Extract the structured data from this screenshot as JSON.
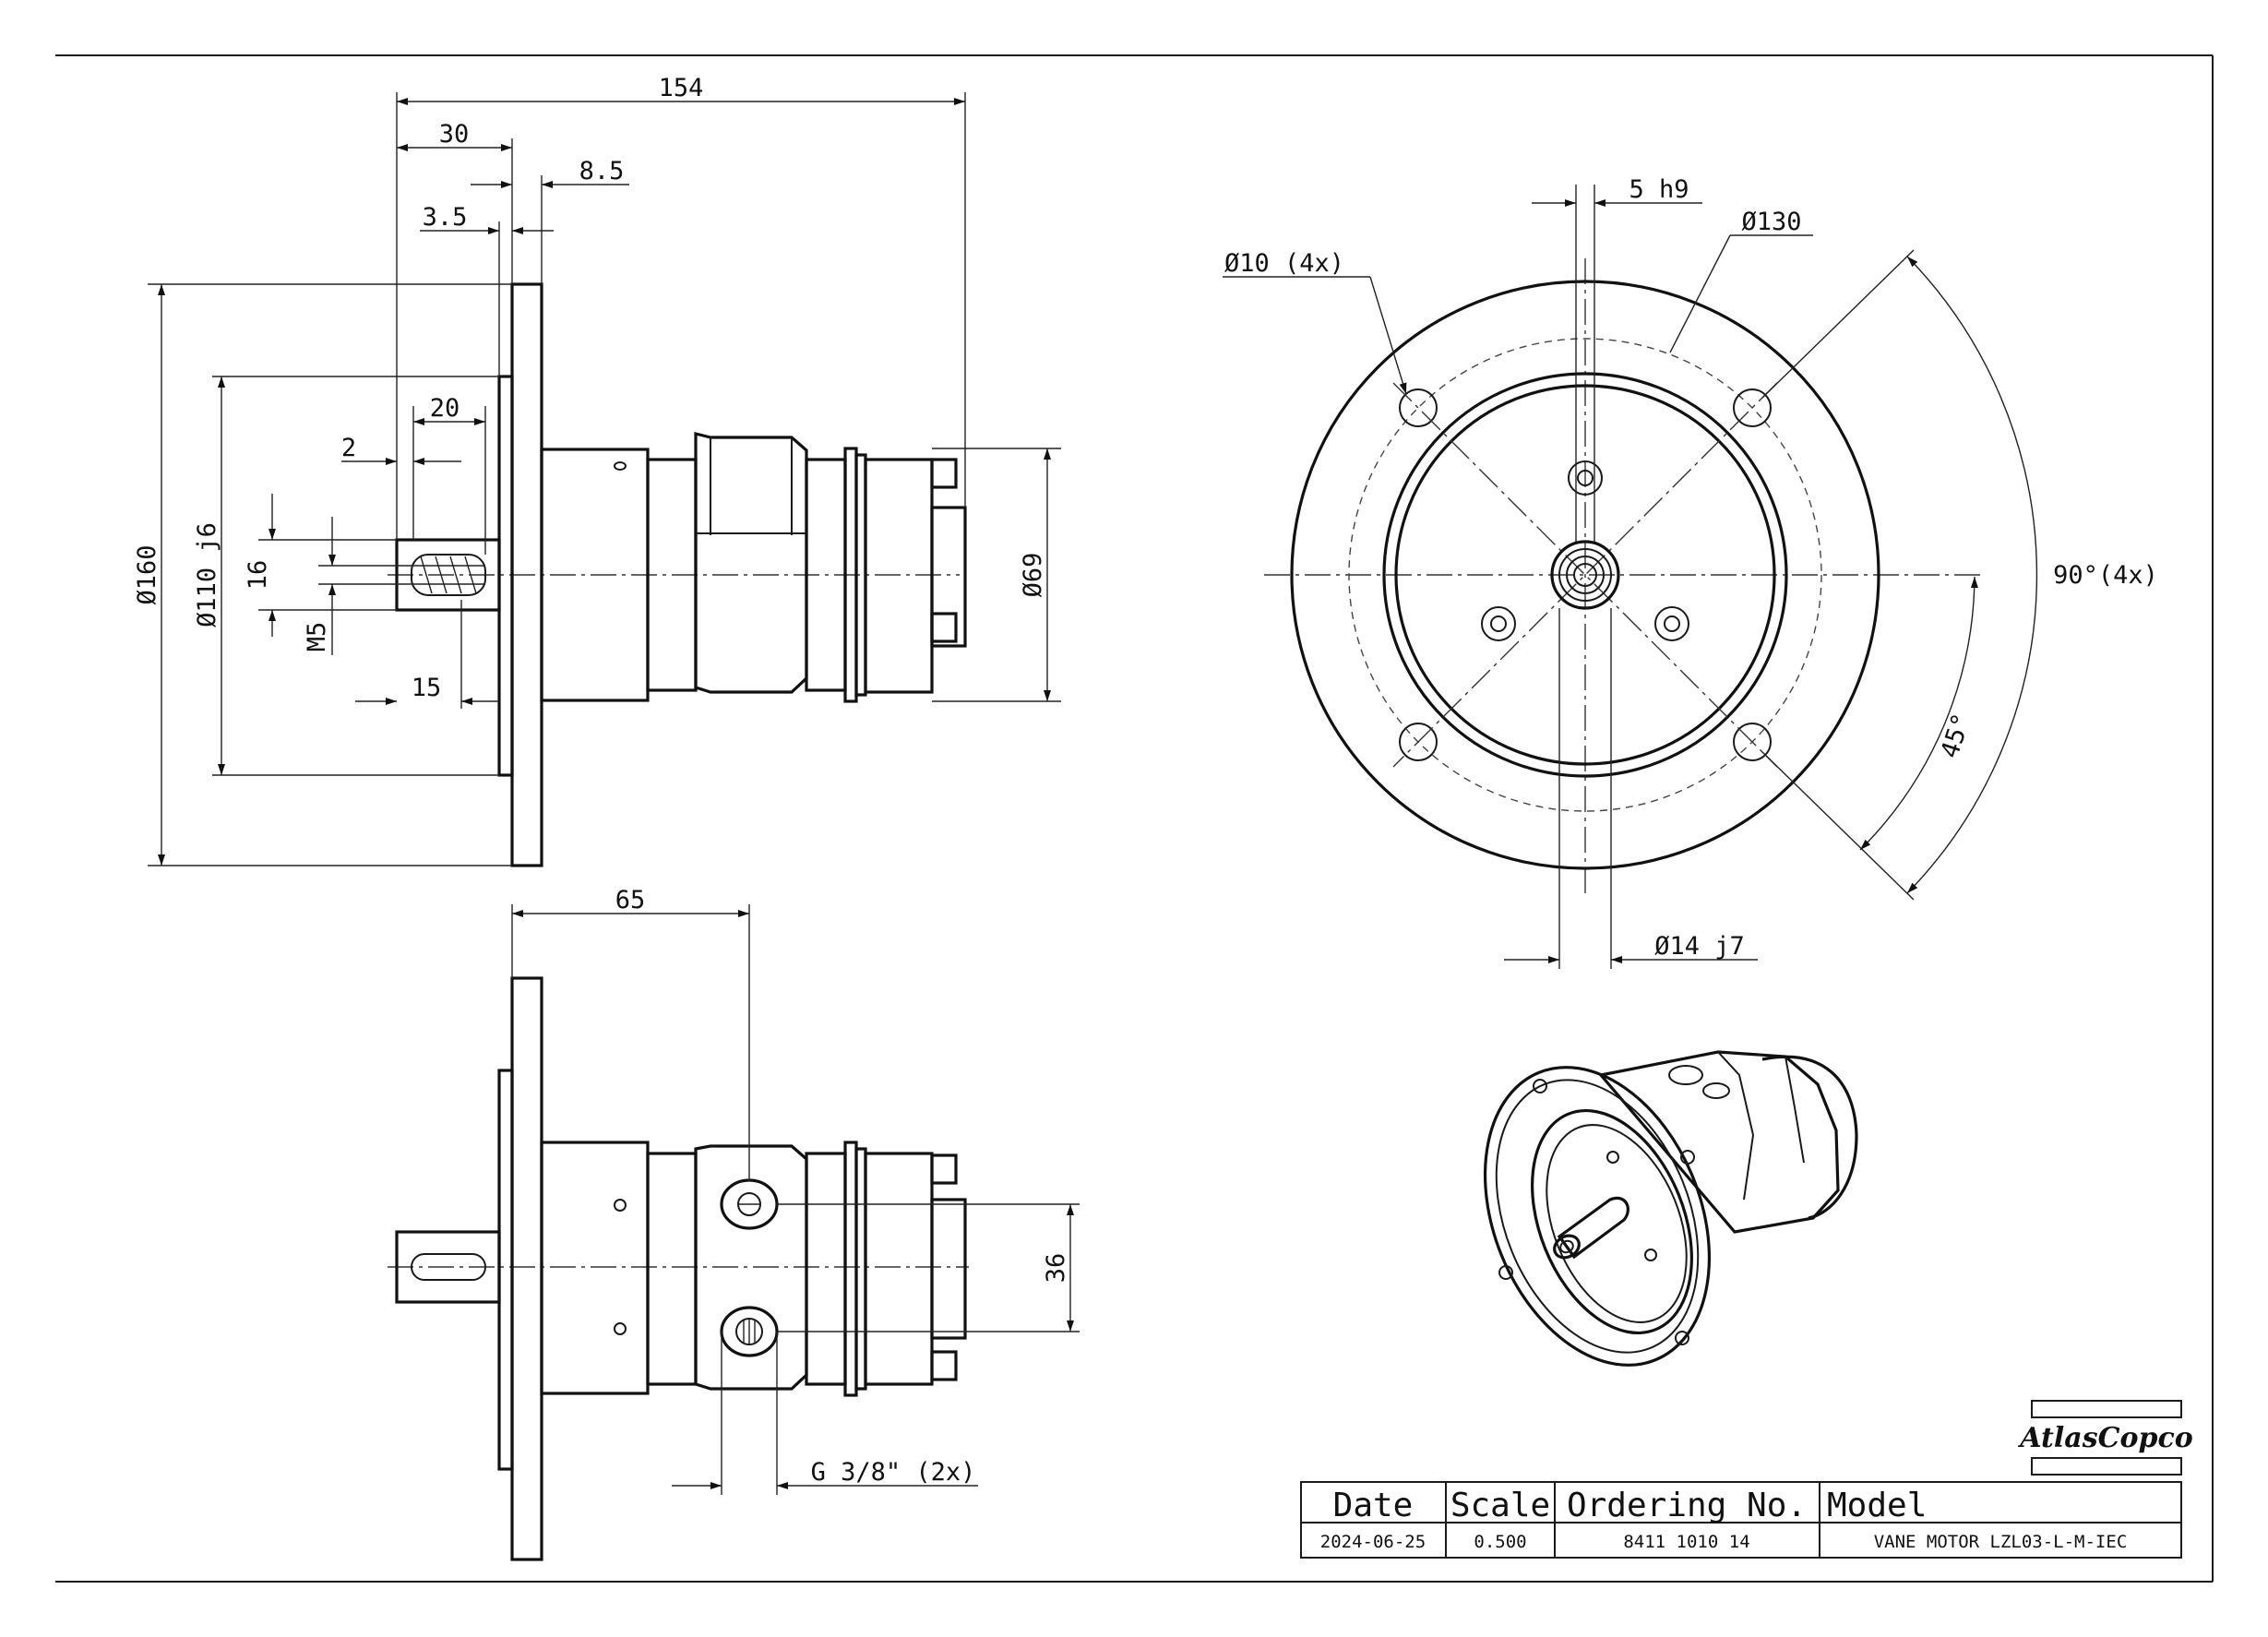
{
  "title_block": {
    "headers": {
      "date": "Date",
      "scale": "Scale",
      "ordering": "Ordering No.",
      "model": "Model"
    },
    "values": {
      "date": "2024-06-25",
      "scale": "0.500",
      "ordering": "8411 1010 14",
      "model": "VANE MOTOR LZL03-L-M-IEC"
    }
  },
  "logo": {
    "text": "AtlasCopco"
  },
  "dimensions": {
    "side_view": {
      "overall_length": "154",
      "shaft_length": "30",
      "flange_thickness": "8.5",
      "spigot": "3.5",
      "keyway_length": "20",
      "key_offset": "2",
      "flange_dia": "Ø160",
      "spigot_dia": "Ø110 j6",
      "key_width": "16",
      "thread": "M5",
      "shaft_stub": "15",
      "body_dia": "Ø69"
    },
    "bottom_view": {
      "port_position": "65",
      "port_spacing": "36",
      "port_thread": "G 3/8\" (2x)"
    },
    "front_view": {
      "key": "5 h9",
      "pcd": "Ø130",
      "holes": "Ø10 (4x)",
      "angle_pitch": "90°(4x)",
      "angle_offset": "45°",
      "shaft_dia": "Ø14 j7"
    }
  }
}
